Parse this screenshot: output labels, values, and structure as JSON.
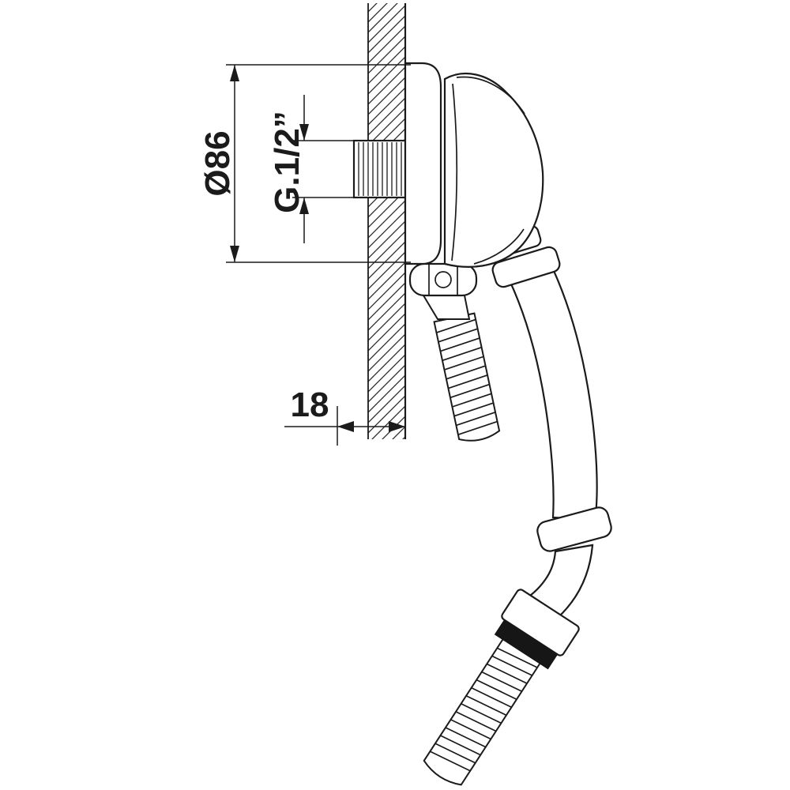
{
  "meta": {
    "background_color": "#ffffff",
    "line_color": "#1b1b1b",
    "drawing_type": "technical-dimension-drawing"
  },
  "dimensions": {
    "diameter_label": "Ø86",
    "thread_label": "G.1/2”",
    "depth_label": "18"
  }
}
